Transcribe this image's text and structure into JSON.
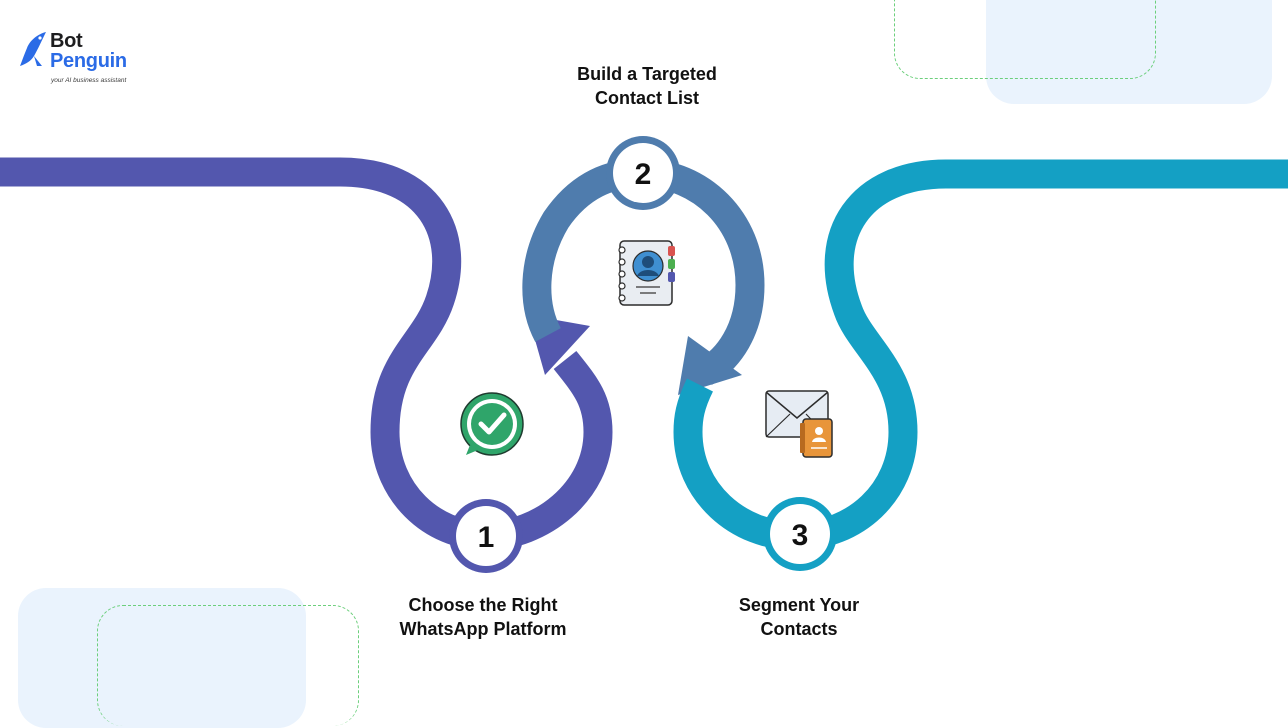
{
  "brand": {
    "name_line1": "Bot",
    "name_line2": "Penguin",
    "tagline": "your AI business assistant"
  },
  "colors": {
    "purple": "#5357ae",
    "steel_blue": "#4f7cad",
    "teal": "#14a0c4",
    "light_bg": "#eaf3fd",
    "dash_green": "#6ccf7c"
  },
  "steps": [
    {
      "number": "1",
      "title_line1": "Choose the Right",
      "title_line2": "WhatsApp Platform",
      "icon": "whatsapp-check-icon"
    },
    {
      "number": "2",
      "title_line1": "Build a Targeted",
      "title_line2": "Contact List",
      "icon": "contact-book-icon"
    },
    {
      "number": "3",
      "title_line1": "Segment Your",
      "title_line2": "Contacts",
      "icon": "envelope-contact-icon"
    }
  ]
}
